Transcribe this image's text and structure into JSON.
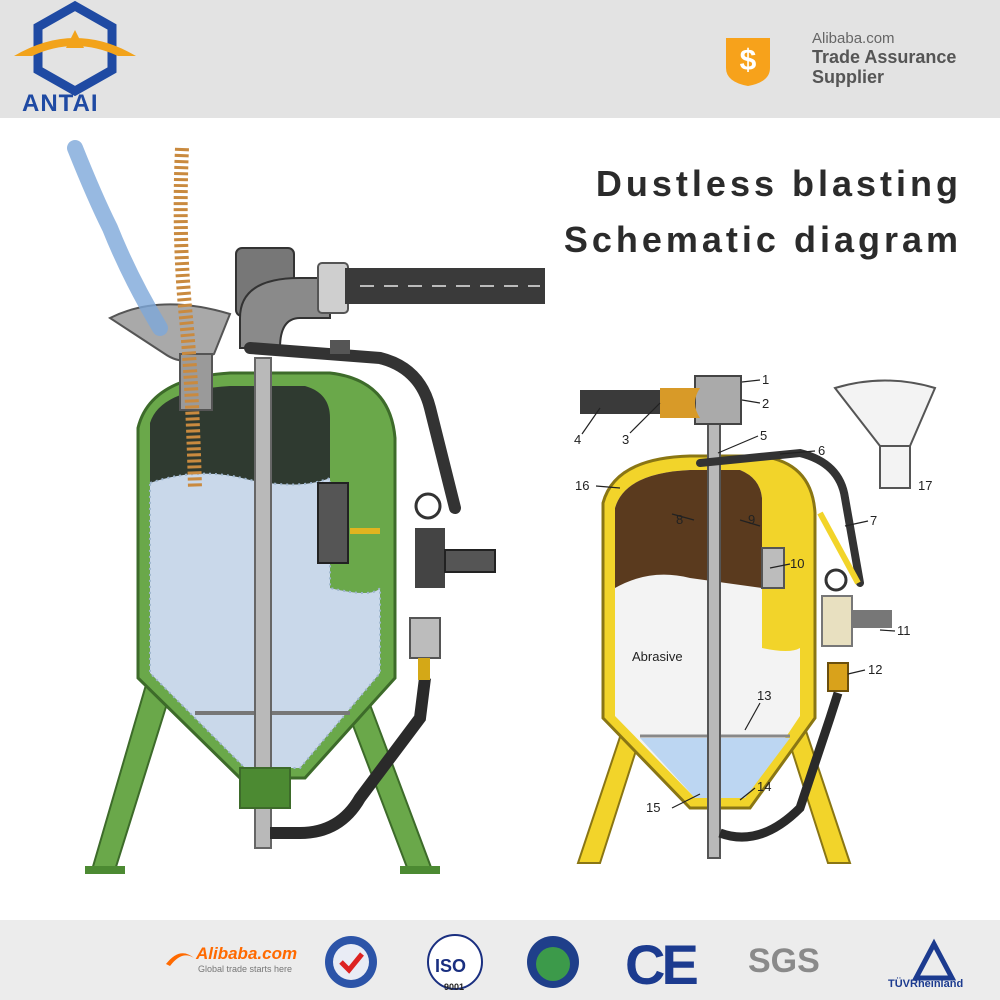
{
  "header": {
    "brand_name": "ANTAI",
    "trade_site": "Alibaba.com",
    "trade_line1": "Trade Assurance",
    "trade_line2": "Supplier"
  },
  "title": {
    "line1": "Dustless blasting",
    "line2": "Schematic diagram"
  },
  "diagram": {
    "abrasive_label": "Abrasive",
    "part_numbers": [
      "1",
      "2",
      "3",
      "4",
      "5",
      "6",
      "7",
      "8",
      "9",
      "10",
      "11",
      "12",
      "13",
      "14",
      "15",
      "16",
      "17"
    ],
    "colors": {
      "left_tank": "#6aa84a",
      "right_tank": "#f2d42a",
      "abrasive": "#dfe6ef"
    }
  },
  "footer": {
    "alibaba": "Alibaba.com",
    "alibaba_tag": "Global trade starts here",
    "iso": "ISO",
    "iso_number": "9001",
    "ce": "CE",
    "sgs": "SGS",
    "tuv": "TÜVRheinland"
  }
}
